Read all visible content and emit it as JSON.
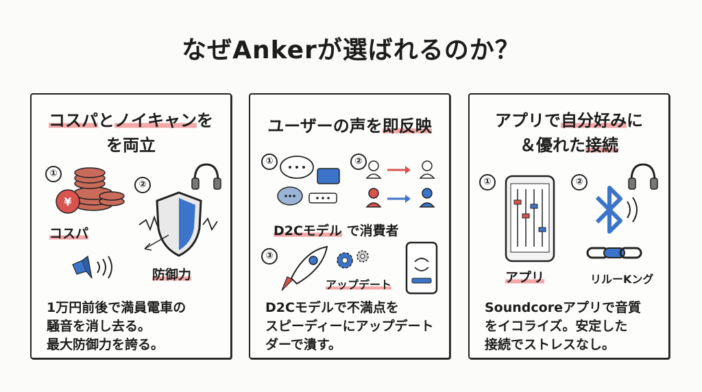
{
  "title": "なぜAnkerが選ばれるのか？",
  "panels": [
    {
      "heading_line1_a": "コスパ",
      "heading_line1_b": "と",
      "heading_line1_c": "ノイキャン",
      "heading_line1_d": "を",
      "heading_line2": "を両立",
      "num1": "①",
      "num2": "②",
      "label1": "コスパ",
      "label2": "防御力",
      "description": "1万円前後で満員電車の\n騒音を消し去る。\n最大防御力を誇る。"
    },
    {
      "heading_a": "ユーザーの声を",
      "heading_b": "即反映",
      "num1": "①",
      "num2": "②",
      "num3": "③",
      "label1_a": "D2Cモデル",
      "label1_b": "で消費者",
      "label2": "アップデート",
      "description": "D2Cモデルで不満点を\nスピーディーにアップデート\nダーで潰す。"
    },
    {
      "heading_line1_a": "アプリで",
      "heading_line1_b": "自分好み",
      "heading_line1_c": "に",
      "heading_line2_a": "＆優れた",
      "heading_line2_b": "接続",
      "num1": "①",
      "num2": "②",
      "label1": "アプリ",
      "label2": "リルーKング",
      "description": "Soundcoreアプリで音質\nをイコライズ。安定した\n接続でストレスなし。"
    }
  ],
  "colors": {
    "red": "#d9534f",
    "blue": "#3b74c9",
    "highlight": "#f3a7a7",
    "coin": "#c96b5a"
  }
}
